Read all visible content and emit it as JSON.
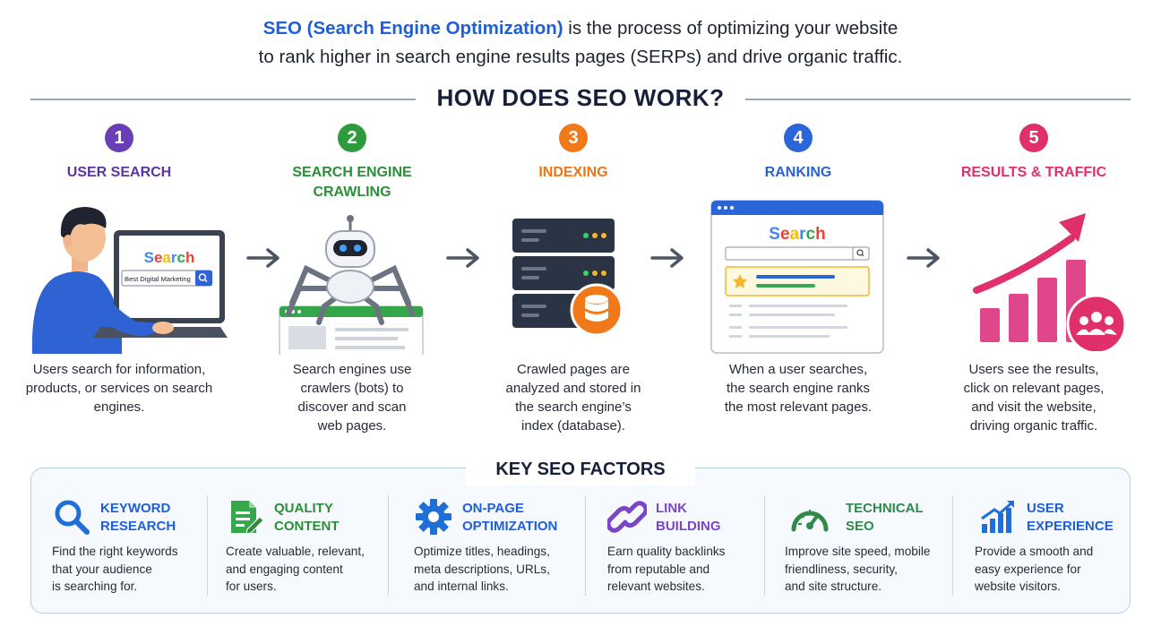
{
  "intro": {
    "highlight": "SEO (Search Engine Optimization)",
    "text_rest": " is the process of optimizing your website",
    "line2": "to rank higher in search engine results pages (SERPs) and drive organic traffic."
  },
  "how_title": "HOW DOES SEO WORK?",
  "steps": [
    {
      "number": "1",
      "title": "USER SEARCH",
      "color": "#6a3fb5",
      "desc": "Users search for information, products, or services on search engines."
    },
    {
      "number": "2",
      "title": "SEARCH ENGINE CRAWLING",
      "color": "#2f9a3c",
      "desc": "Search engines use crawlers (bots) to discover and scan web pages."
    },
    {
      "number": "3",
      "title": "INDEXING",
      "color": "#f07a1a",
      "desc": "Crawled pages are analyzed and stored in the search engine’s index (database)."
    },
    {
      "number": "4",
      "title": "RANKING",
      "color": "#2b66d8",
      "desc": "When a user searches, the search engine ranks the most relevant pages."
    },
    {
      "number": "5",
      "title": "RESULTS & TRAFFIC",
      "color": "#e0306a",
      "desc": "Users see the results, click on relevant pages, and visit the website, driving organic traffic."
    }
  ],
  "illus": {
    "laptop_search_word": "Search",
    "laptop_query": "Best Digital Marketing",
    "serp_search_word": "Search"
  },
  "factors_title": "KEY SEO FACTORS",
  "factors": [
    {
      "icon": "magnifier-icon",
      "title": "KEYWORD\nRESEARCH",
      "desc": "Find the right keywords\nthat your audience\nis searching for."
    },
    {
      "icon": "document-pen-icon",
      "title": "QUALITY\nCONTENT",
      "desc": "Create valuable, relevant,\nand engaging content\nfor users."
    },
    {
      "icon": "gear-icon",
      "title": "ON-PAGE\nOPTIMIZATION",
      "desc": "Optimize titles, headings,\nmeta descriptions, URLs,\nand internal links."
    },
    {
      "icon": "chain-link-icon",
      "title": "LINK\nBUILDING",
      "desc": "Earn quality backlinks\nfrom reputable and\nrelevant websites."
    },
    {
      "icon": "speedometer-icon",
      "title": "TECHNICAL\nSEO",
      "desc": "Improve site speed, mobile\nfriendliness, security,\nand site structure."
    },
    {
      "icon": "growth-chart-icon",
      "title": "USER\nEXPERIENCE",
      "desc": "Provide a smooth and\neasy experience for\nwebsite visitors."
    }
  ]
}
